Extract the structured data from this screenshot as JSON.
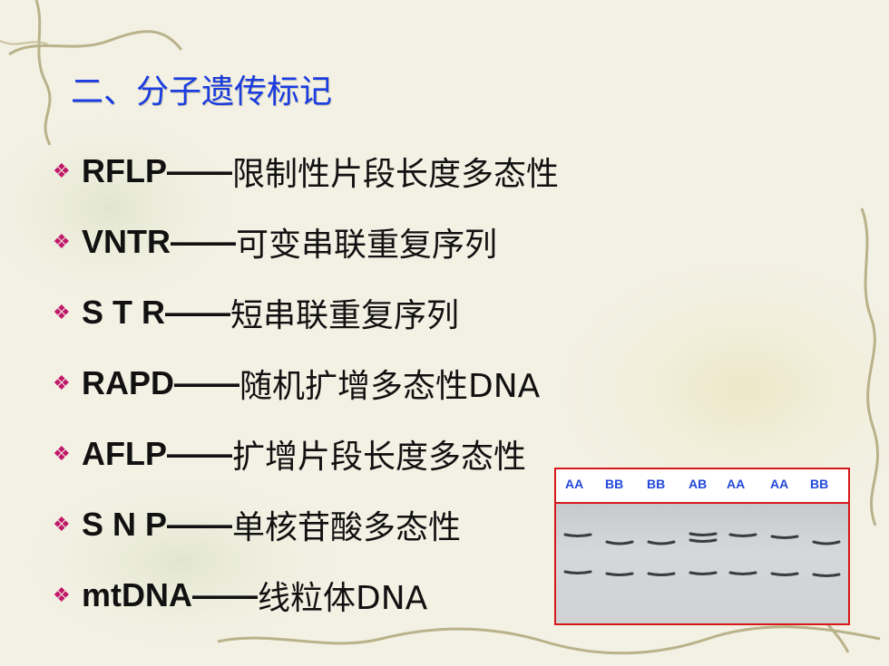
{
  "slide": {
    "title": "二、分子遗传标记",
    "bullet_glyph": "❖",
    "items": [
      {
        "abbr": "RFLP——",
        "desc": "限制性片段长度多态性"
      },
      {
        "abbr": "VNTR——",
        "desc": "可变串联重复序列"
      },
      {
        "abbr": "S T R——",
        "desc": "短串联重复序列"
      },
      {
        "abbr": "RAPD——",
        "desc": "随机扩增多态性DNA"
      },
      {
        "abbr": "AFLP——",
        "desc": "扩增片段长度多态性"
      },
      {
        "abbr": "S N P——",
        "desc": "单核苷酸多态性"
      },
      {
        "abbr": "mtDNA——",
        "desc": "线粒体DNA"
      }
    ]
  },
  "gel": {
    "lanes": [
      "AA",
      "BB",
      "BB",
      "AB",
      "AA",
      "AA",
      "BB"
    ],
    "colors": {
      "border": "#d61818",
      "label": "#2248d8",
      "band": "#3a3c40"
    }
  },
  "colors": {
    "title": "#1a3ce0",
    "bullet": "#c0186a",
    "text": "#111111"
  }
}
